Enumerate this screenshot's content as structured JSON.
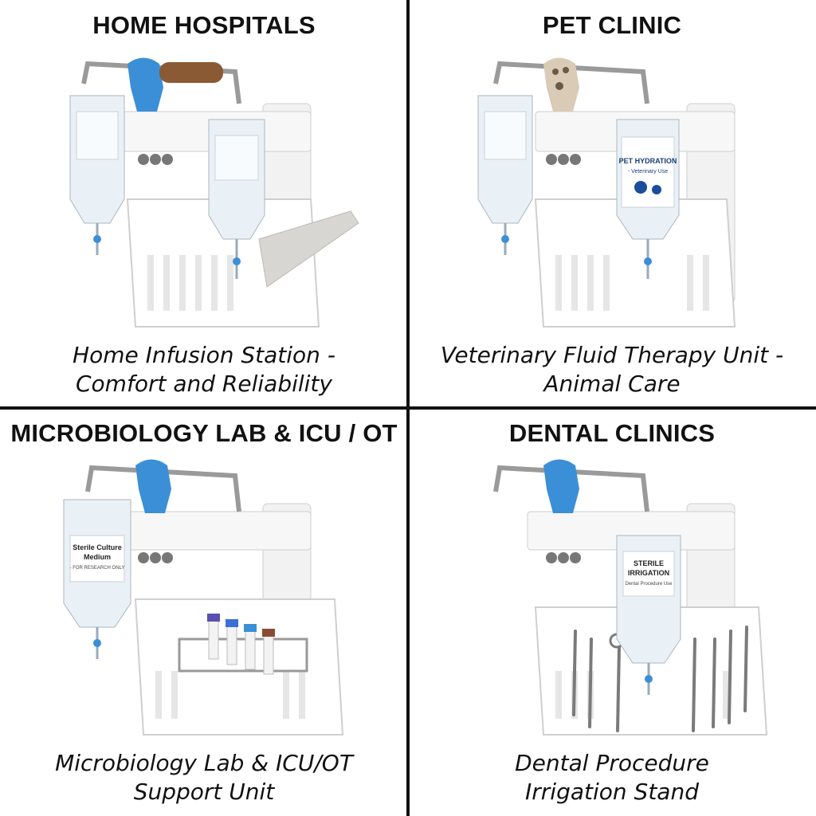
{
  "panels": [
    {
      "title": "HOME HOSPITALS",
      "caption_lines": [
        "Home Infusion Station -",
        "Comfort and Reliability"
      ],
      "handle_color": "#3b8fd6",
      "grip_color": "#8a5a35"
    },
    {
      "title": "PET CLINIC",
      "caption_lines": [
        "Veterinary Fluid Therapy Unit -",
        "Animal Care"
      ],
      "handle_color": "#d9cbb5",
      "bag_label_lines": [
        "PET HYDRATION",
        "- Veterinary Use"
      ]
    },
    {
      "title": "MICROBIOLOGY LAB & ICU / OT",
      "caption_lines": [
        "Microbiology Lab & ICU/OT",
        "Support Unit"
      ],
      "handle_color": "#3b8fd6",
      "bag_label_lines": [
        "Sterile Culture",
        "Medium",
        "- FOR RESEARCH ONLY"
      ],
      "tube_cap_colors": [
        "#5a4fb0",
        "#3b6fd6",
        "#3b8fd6",
        "#8a4a35"
      ]
    },
    {
      "title": "DENTAL CLINICS",
      "caption_lines": [
        "Dental Procedure",
        "Irrigation Stand"
      ],
      "handle_color": "#3b8fd6",
      "bag_label_lines": [
        "STERILE",
        "IRRIGATION",
        "Dental Procedure Use"
      ]
    }
  ]
}
